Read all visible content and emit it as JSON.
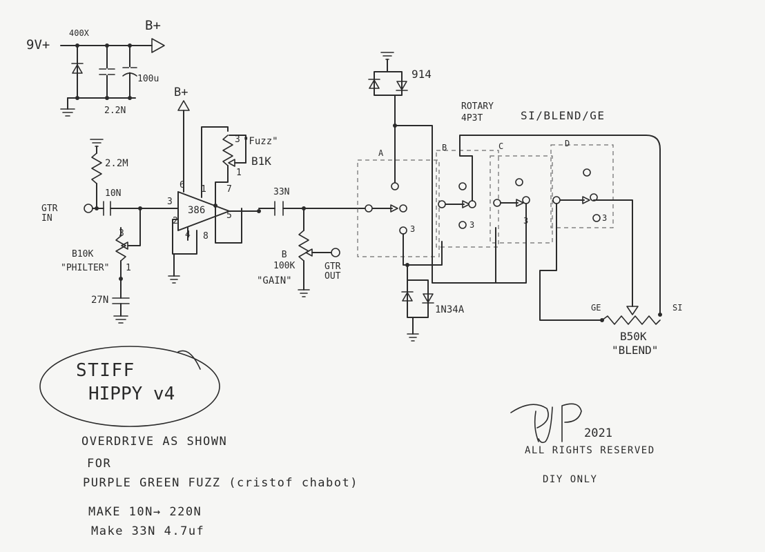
{
  "title": {
    "line1": "STIFF",
    "line2": "HIPPY v4"
  },
  "labels": {
    "supply_in": "9V+",
    "diode_part": "400X",
    "supply_out": "B+",
    "filter_cap_value": "2.2N",
    "bulk_cap_value": "100u",
    "opamp_supply": "B+",
    "opamp_part": "386",
    "pin_6": "6",
    "pin_1": "1",
    "pin_3": "3",
    "pin_2": "2",
    "pin_4": "4",
    "pin_8": "8",
    "pin_7": "7",
    "pin_5": "5",
    "fuzz_pot_pin3": "3",
    "fuzz_pot_name": "\"Fuzz\"",
    "fuzz_pot_value": "B1K",
    "fuzz_pot_pin1": "1",
    "bias_resistor": "2.2M",
    "input_cap": "10N",
    "guitar_in": "GTR\nIN",
    "philter_pot_pin3": "3",
    "philter_pot_value": "B10K",
    "philter_pot_name": "\"PHILTER\"",
    "philter_pot_pin1": "1",
    "philter_cap": "27N",
    "output_cap": "33N",
    "gain_pot_value": "B\n100K",
    "gain_pot_name": "\"GAIN\"",
    "guitar_out": "GTR\nOUT",
    "top_diodes": "914",
    "switch_type": "ROTARY\n4P3T",
    "switch_function": "SI/BLEND/GE",
    "deck_a": "A",
    "deck_b": "B",
    "deck_c": "C",
    "deck_d": "D",
    "switch_pos_a": "3",
    "switch_pos_b": "3",
    "switch_pos_c": "3",
    "switch_pos_d": "3",
    "ge_diodes": "1N34A",
    "ge_label": "GE",
    "si_label": "SI",
    "blend_pot_value": "B50K",
    "blend_pot_name": "\"BLEND\""
  },
  "notes": [
    "OVERDRIVE AS SHOWN",
    "FOR",
    "PURPLE GREEN FUZZ (cristof chabot)",
    "MAKE 10N→ 220N",
    "Make 33N   4.7uf"
  ],
  "signature": {
    "year": "2021",
    "rights": "ALL RIGHTS RESERVED",
    "usage": "DIY ONLY"
  }
}
